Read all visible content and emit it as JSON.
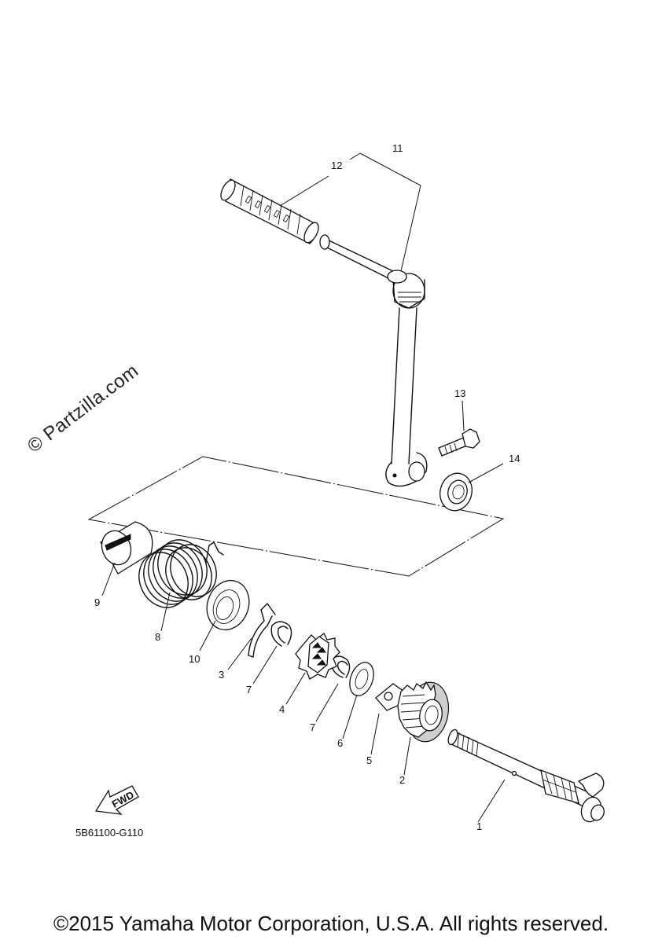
{
  "watermark": "© Partzilla.com",
  "diagram_code": "5B61100-G110",
  "fwd_label": "FWD",
  "copyright": "©2015 Yamaha Motor Corporation, U.S.A. All rights reserved.",
  "callouts": [
    "1",
    "2",
    "3",
    "4",
    "5",
    "6",
    "7",
    "7",
    "8",
    "9",
    "10",
    "11",
    "12",
    "13",
    "14"
  ]
}
